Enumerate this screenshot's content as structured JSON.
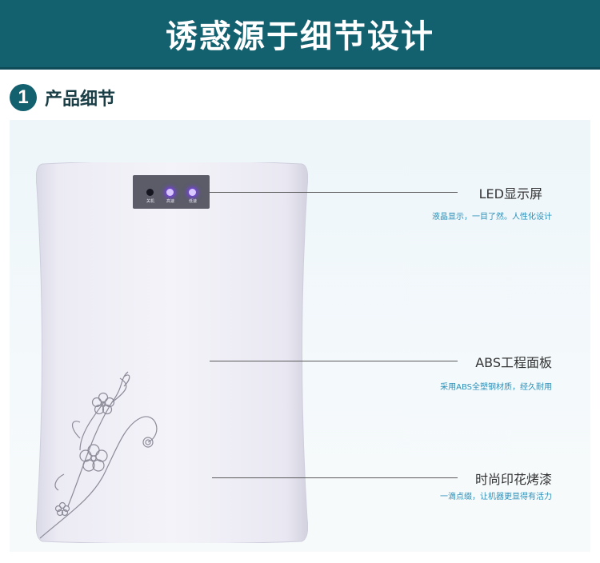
{
  "banner": {
    "title": "诱惑源于细节设计",
    "bg_color": "#13606f"
  },
  "section": {
    "number": "1",
    "label": "产品细节"
  },
  "device": {
    "buttons": [
      {
        "label": "关机",
        "lit": false
      },
      {
        "label": "高速",
        "lit": true
      },
      {
        "label": "低速",
        "lit": true
      }
    ],
    "indicator_color": "#7a3cff",
    "decoration": "flower-print"
  },
  "features": [
    {
      "title": "LED显示屏",
      "desc": "液晶显示，一目了然。人性化设计"
    },
    {
      "title": "ABS工程面板",
      "desc": "采用ABS全塑钢材质，经久耐用"
    },
    {
      "title": "时尚印花烤漆",
      "desc": "一滴点缀，让机器更显得有活力"
    }
  ],
  "colors": {
    "desc_text": "#2d8fb8",
    "title_text": "#333333"
  }
}
